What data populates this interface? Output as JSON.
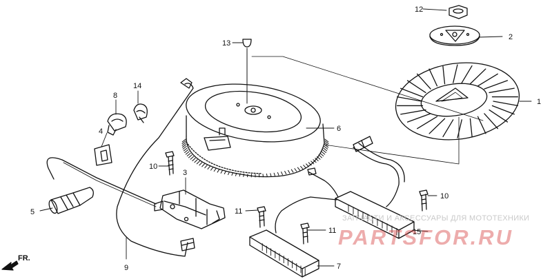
{
  "diagram": {
    "direction_label": "FR.",
    "callouts": {
      "c1": "1",
      "c2": "2",
      "c3": "3",
      "c4": "4",
      "c5": "5",
      "c6": "6",
      "c7": "7",
      "c8": "8",
      "c9": "9",
      "c10a": "10",
      "c10b": "10",
      "c11a": "11",
      "c11b": "11",
      "c12": "12",
      "c13": "13",
      "c14": "14",
      "c15": "15"
    }
  },
  "watermark": {
    "caption": "ЗАПЧАСТИ И АКСЕССУАРЫ ДЛЯ МОТОТЕХНИКИ",
    "logo_text": "PARTSFOR.RU"
  }
}
